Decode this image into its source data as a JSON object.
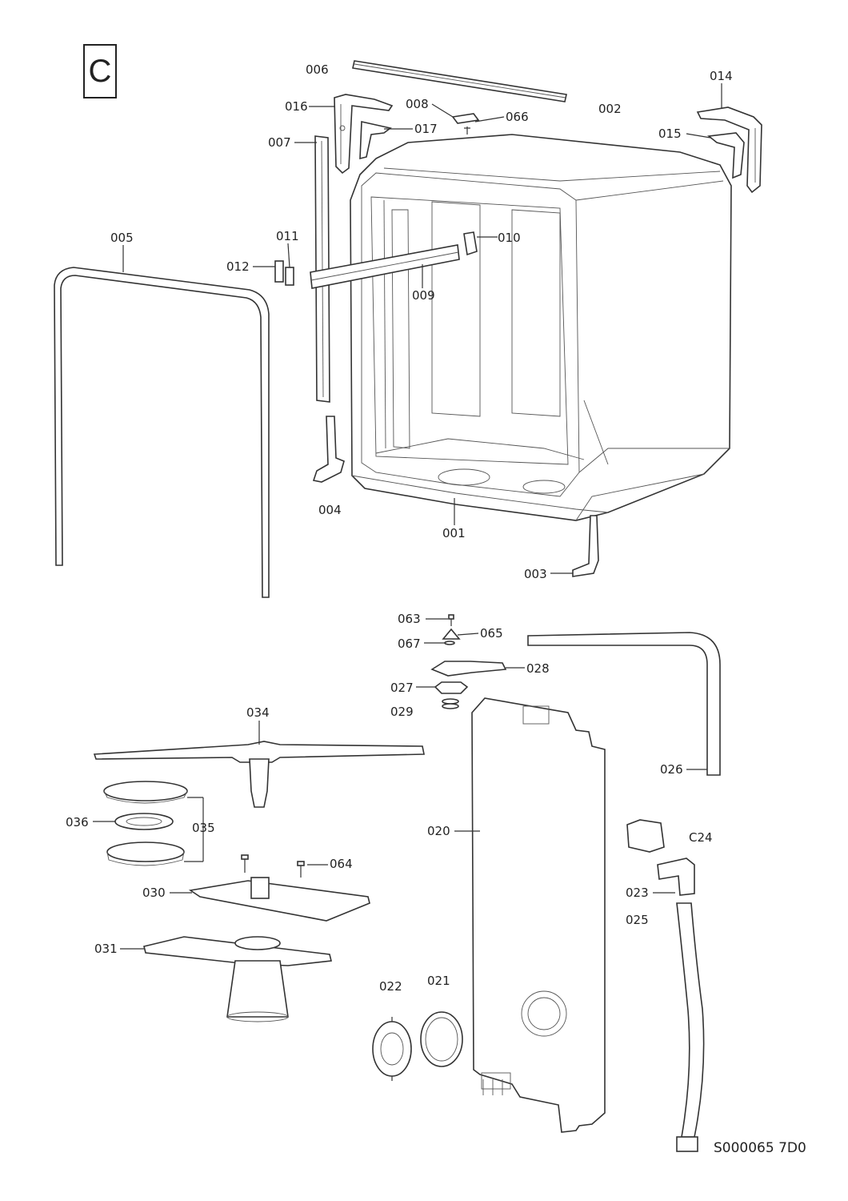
{
  "section": "C",
  "drawing_code": "S000065 7D0",
  "parts": [
    {
      "id": "p001",
      "label": "001"
    },
    {
      "id": "p002",
      "label": "002"
    },
    {
      "id": "p003",
      "label": "003"
    },
    {
      "id": "p004",
      "label": "004"
    },
    {
      "id": "p005",
      "label": "005"
    },
    {
      "id": "p006",
      "label": "006"
    },
    {
      "id": "p007",
      "label": "007"
    },
    {
      "id": "p008",
      "label": "008"
    },
    {
      "id": "p009",
      "label": "009"
    },
    {
      "id": "p010",
      "label": "010"
    },
    {
      "id": "p011",
      "label": "011"
    },
    {
      "id": "p012",
      "label": "012"
    },
    {
      "id": "p014",
      "label": "014"
    },
    {
      "id": "p015",
      "label": "015"
    },
    {
      "id": "p016",
      "label": "016"
    },
    {
      "id": "p017",
      "label": "017"
    },
    {
      "id": "p020",
      "label": "020"
    },
    {
      "id": "p021",
      "label": "021"
    },
    {
      "id": "p022",
      "label": "022"
    },
    {
      "id": "p023",
      "label": "023"
    },
    {
      "id": "p024",
      "label": "C24"
    },
    {
      "id": "p025",
      "label": "025"
    },
    {
      "id": "p026",
      "label": "026"
    },
    {
      "id": "p027",
      "label": "027"
    },
    {
      "id": "p028",
      "label": "028"
    },
    {
      "id": "p029",
      "label": "029"
    },
    {
      "id": "p030",
      "label": "030"
    },
    {
      "id": "p031",
      "label": "031"
    },
    {
      "id": "p034",
      "label": "034"
    },
    {
      "id": "p035",
      "label": "035"
    },
    {
      "id": "p036",
      "label": "036"
    },
    {
      "id": "p063",
      "label": "063"
    },
    {
      "id": "p064",
      "label": "064"
    },
    {
      "id": "p065",
      "label": "065"
    },
    {
      "id": "p066",
      "label": "066"
    },
    {
      "id": "p067",
      "label": "067"
    }
  ]
}
